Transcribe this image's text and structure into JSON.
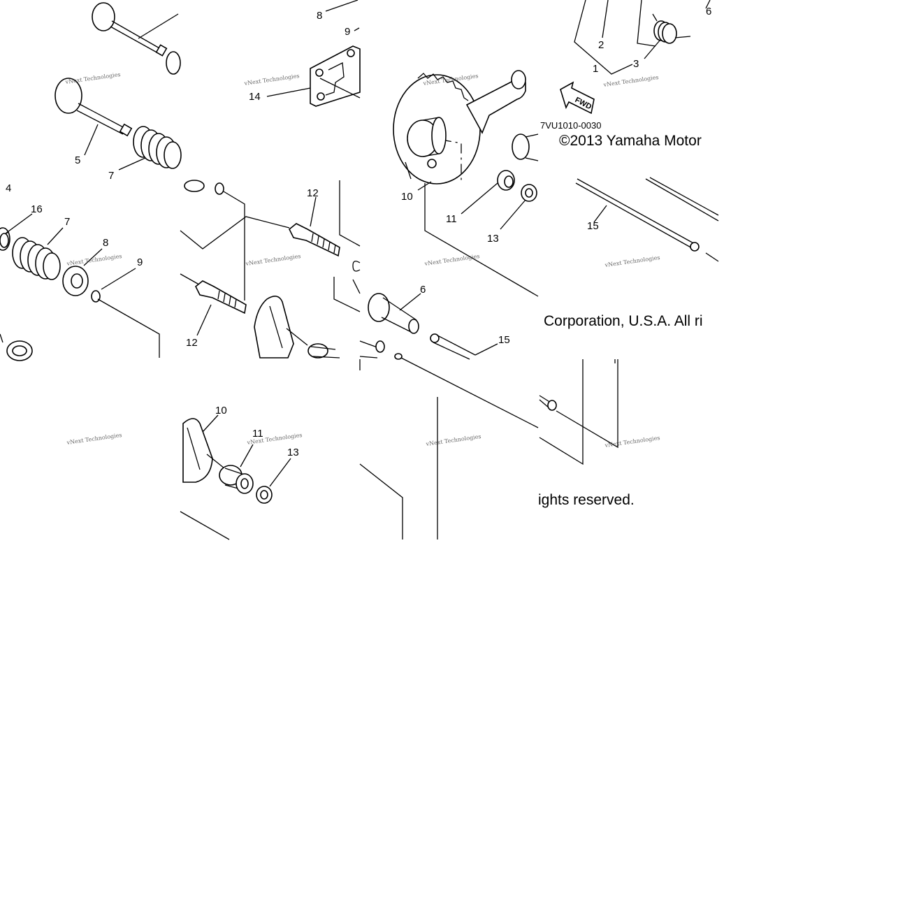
{
  "diagram": {
    "drawing_code": "7VU1010-0030",
    "copyright_line1": "©2013 Yamaha Motor",
    "copyright_line2": "Corporation, U.S.A. All ri",
    "copyright_line3": "ights reserved.",
    "direction_label": "FWD",
    "watermark_text": "vNext Technologies",
    "callouts": {
      "c1": "1",
      "c2": "2",
      "c3": "3",
      "c4": "4",
      "c5": "5",
      "c6a": "6",
      "c6b": "6",
      "c7a": "7",
      "c7b": "7",
      "c8a": "8",
      "c8b": "8",
      "c9a": "9",
      "c9b": "9",
      "c10a": "10",
      "c10b": "10",
      "c11a": "11",
      "c11b": "11",
      "c12a": "12",
      "c12b": "12",
      "c13a": "13",
      "c13b": "13",
      "c14": "14",
      "c15a": "15",
      "c15b": "15",
      "c16": "16"
    }
  }
}
